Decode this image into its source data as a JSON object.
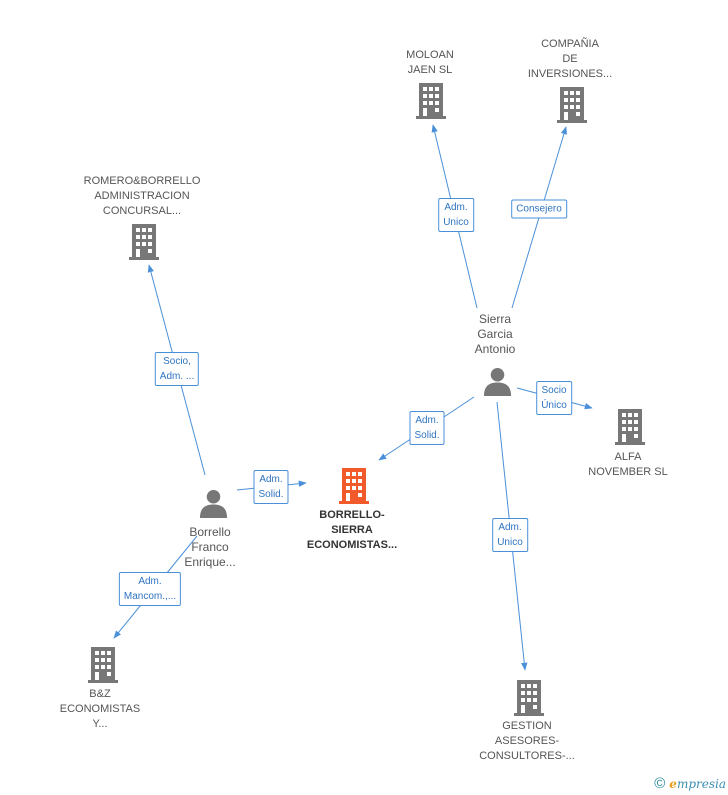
{
  "nodes": {
    "borrello_sierra": {
      "lines": [
        "BORRELLO-",
        "SIERRA",
        "ECONOMISTAS..."
      ]
    },
    "romero_borrello": {
      "lines": [
        "ROMERO&BORRELLO",
        "ADMINISTRACION",
        "CONCURSAL..."
      ]
    },
    "moloan_jaen": {
      "lines": [
        "MOLOAN",
        "JAEN SL"
      ]
    },
    "compania_inversiones": {
      "lines": [
        "COMPAÑIA",
        "DE",
        "INVERSIONES..."
      ]
    },
    "sierra_garcia": {
      "lines": [
        "Sierra",
        "Garcia",
        "Antonio"
      ]
    },
    "alfa_november": {
      "lines": [
        "ALFA",
        "NOVEMBER SL"
      ]
    },
    "borrello_franco": {
      "lines": [
        "Borrello",
        "Franco",
        "Enrique..."
      ]
    },
    "bz_economistas": {
      "lines": [
        "B&Z",
        "ECONOMISTAS",
        "Y..."
      ]
    },
    "gestion_asesores": {
      "lines": [
        "GESTION",
        "ASESORES-",
        "CONSULTORES-..."
      ]
    }
  },
  "edges": {
    "franco_to_romero": {
      "lines": [
        "Socio,",
        "Adm. ..."
      ]
    },
    "franco_to_main": {
      "lines": [
        "Adm.",
        "Solid."
      ]
    },
    "franco_to_bz": {
      "lines": [
        "Adm.",
        "Mancom.,..."
      ]
    },
    "sierra_to_main": {
      "lines": [
        "Adm.",
        "Solid."
      ]
    },
    "sierra_to_moloan": {
      "lines": [
        "Adm.",
        "Unico"
      ]
    },
    "sierra_to_compania": {
      "lines": [
        "Consejero"
      ]
    },
    "sierra_to_alfa": {
      "lines": [
        "Socio",
        "Único"
      ]
    },
    "sierra_to_gestion": {
      "lines": [
        "Adm.",
        "Unico"
      ]
    }
  },
  "footer": {
    "copyright": "©",
    "brand_initial": "e",
    "brand_rest": "mpresia"
  },
  "colors": {
    "edge": "#4a90d9",
    "company_icon": "#777777",
    "main_icon": "#f15a2b",
    "person_icon": "#777777"
  }
}
